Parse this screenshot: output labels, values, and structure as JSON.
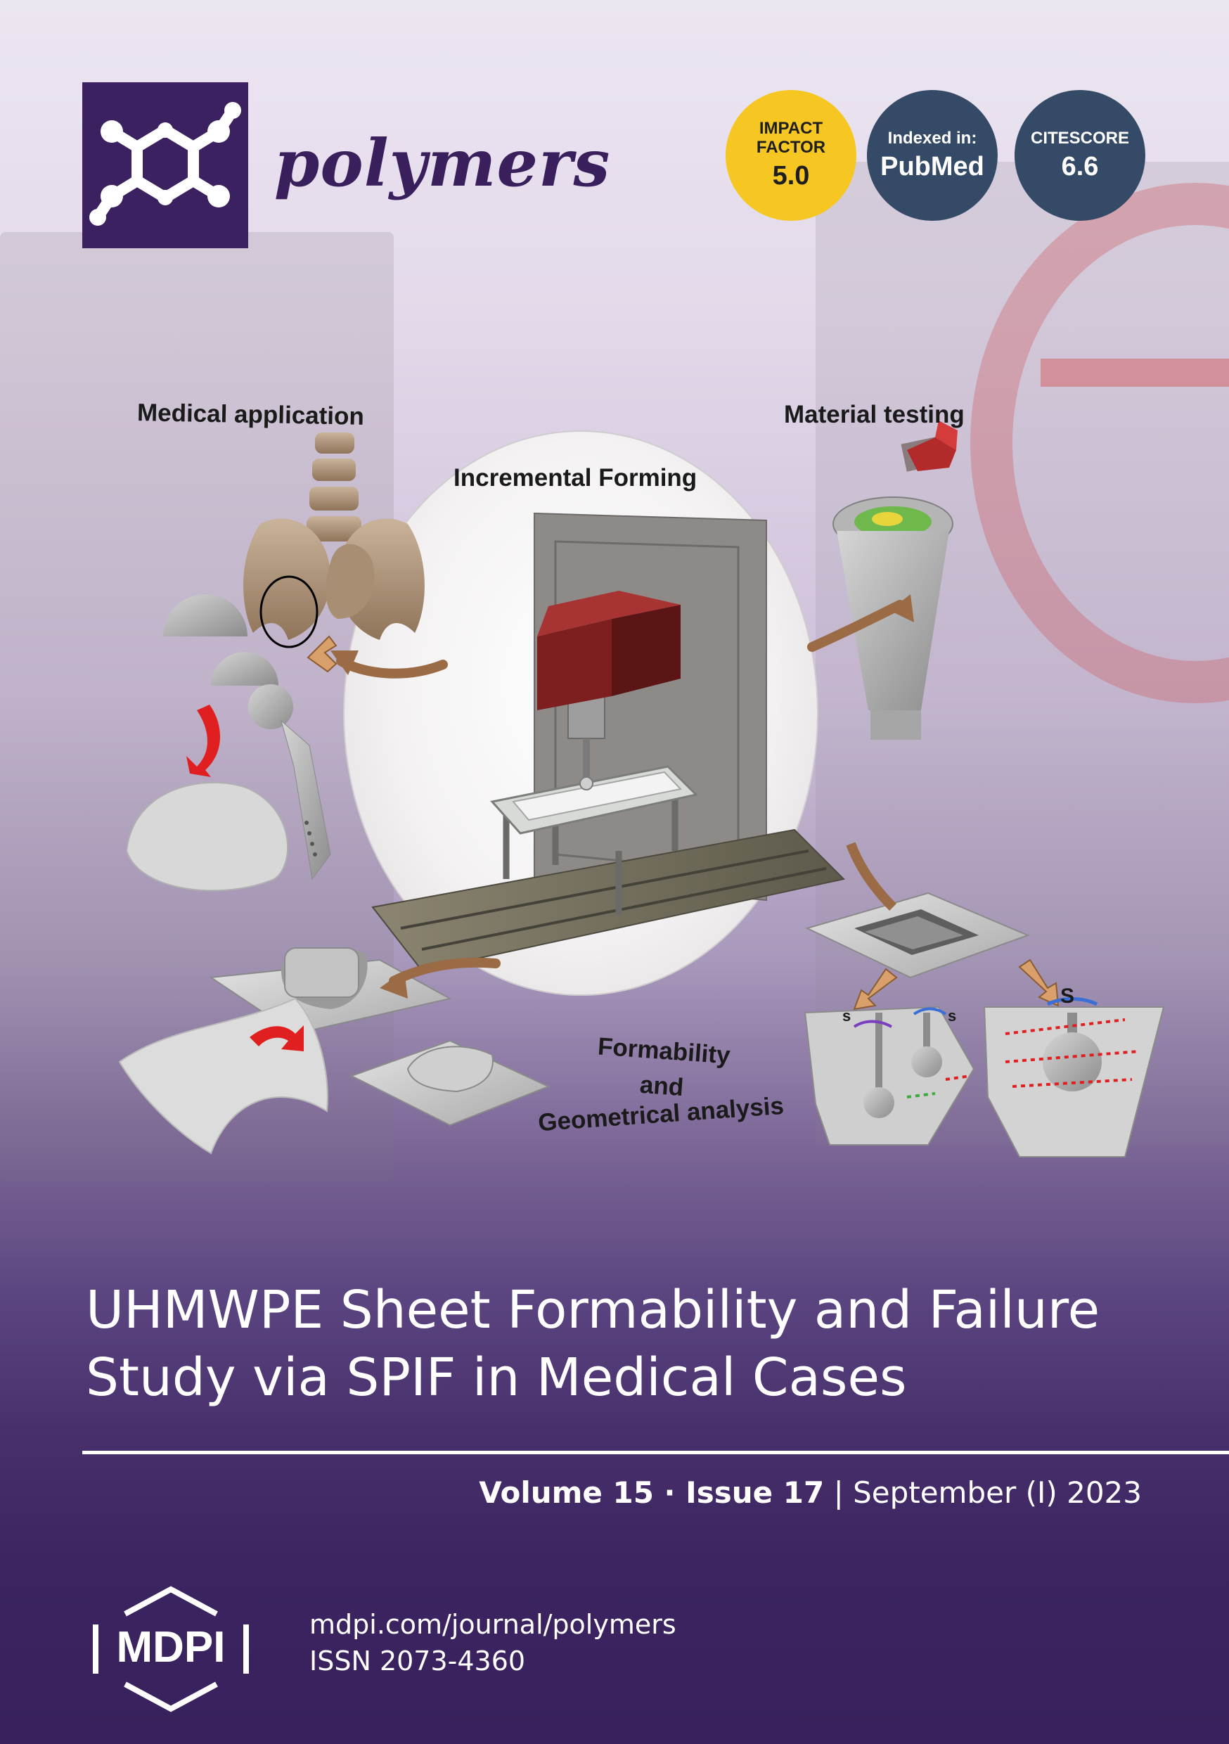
{
  "journal": {
    "name": "polymers",
    "brand_color": "#3b2160"
  },
  "badges": {
    "impact": {
      "line1": "IMPACT",
      "line2": "FACTOR",
      "value": "5.0",
      "color": "#f6c722"
    },
    "pubmed": {
      "line1": "Indexed in:",
      "value": "PubMed",
      "color": "#344a66"
    },
    "citescore": {
      "line1": "CITESCORE",
      "value": "6.6",
      "color": "#344a66"
    }
  },
  "graphic": {
    "labels": {
      "medical": "Medical application",
      "incremental": "Incremental Forming",
      "material": "Material testing",
      "formability_1": "Formability",
      "formability_2": "and",
      "formability_3": "Geometrical analysis",
      "s_marker": "s",
      "s_marker_big": "S"
    }
  },
  "article": {
    "title_line1": "UHMWPE Sheet Formability and Failure",
    "title_line2": "Study via SPIF in Medical Cases"
  },
  "issue": {
    "volume": "Volume 15",
    "separator": " · ",
    "issue": "Issue 17",
    "divider": " | ",
    "date": "September (I) 2023"
  },
  "footer": {
    "publisher": "MDPI",
    "url": "mdpi.com/journal/polymers",
    "issn": "ISSN 2073-4360"
  }
}
